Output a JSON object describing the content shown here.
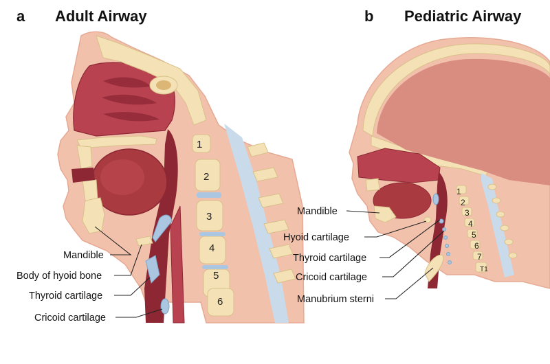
{
  "panel_a": {
    "letter": "a",
    "title": "Adult Airway",
    "labels": {
      "mandible": "Mandible",
      "hyoid": "Body of hyoid bone",
      "thyroid": "Thyroid cartilage",
      "cricoid": "Cricoid cartilage"
    },
    "vertebrae": [
      "1",
      "2",
      "3",
      "4",
      "5",
      "6"
    ]
  },
  "panel_b": {
    "letter": "b",
    "title": "Pediatric Airway",
    "labels": {
      "mandible": "Mandible",
      "hyoid": "Hyoid cartilage",
      "thyroid": "Thyroid cartilage",
      "cricoid": "Cricoid cartilage",
      "manubrium": "Manubrium sterni"
    },
    "vertebrae": [
      "1",
      "2",
      "3",
      "4",
      "5",
      "6",
      "7",
      "T1"
    ]
  },
  "colors": {
    "skin": "#f1c1ac",
    "skin_edge": "#e6a993",
    "tissue": "#b8424f",
    "tissue_dark": "#8c2733",
    "tongue": "#a83a40",
    "bone": "#f4e2b6",
    "bone_edge": "#d9c08a",
    "spine_blue": "#c9dbea",
    "cartilage": "#aac6e0"
  }
}
